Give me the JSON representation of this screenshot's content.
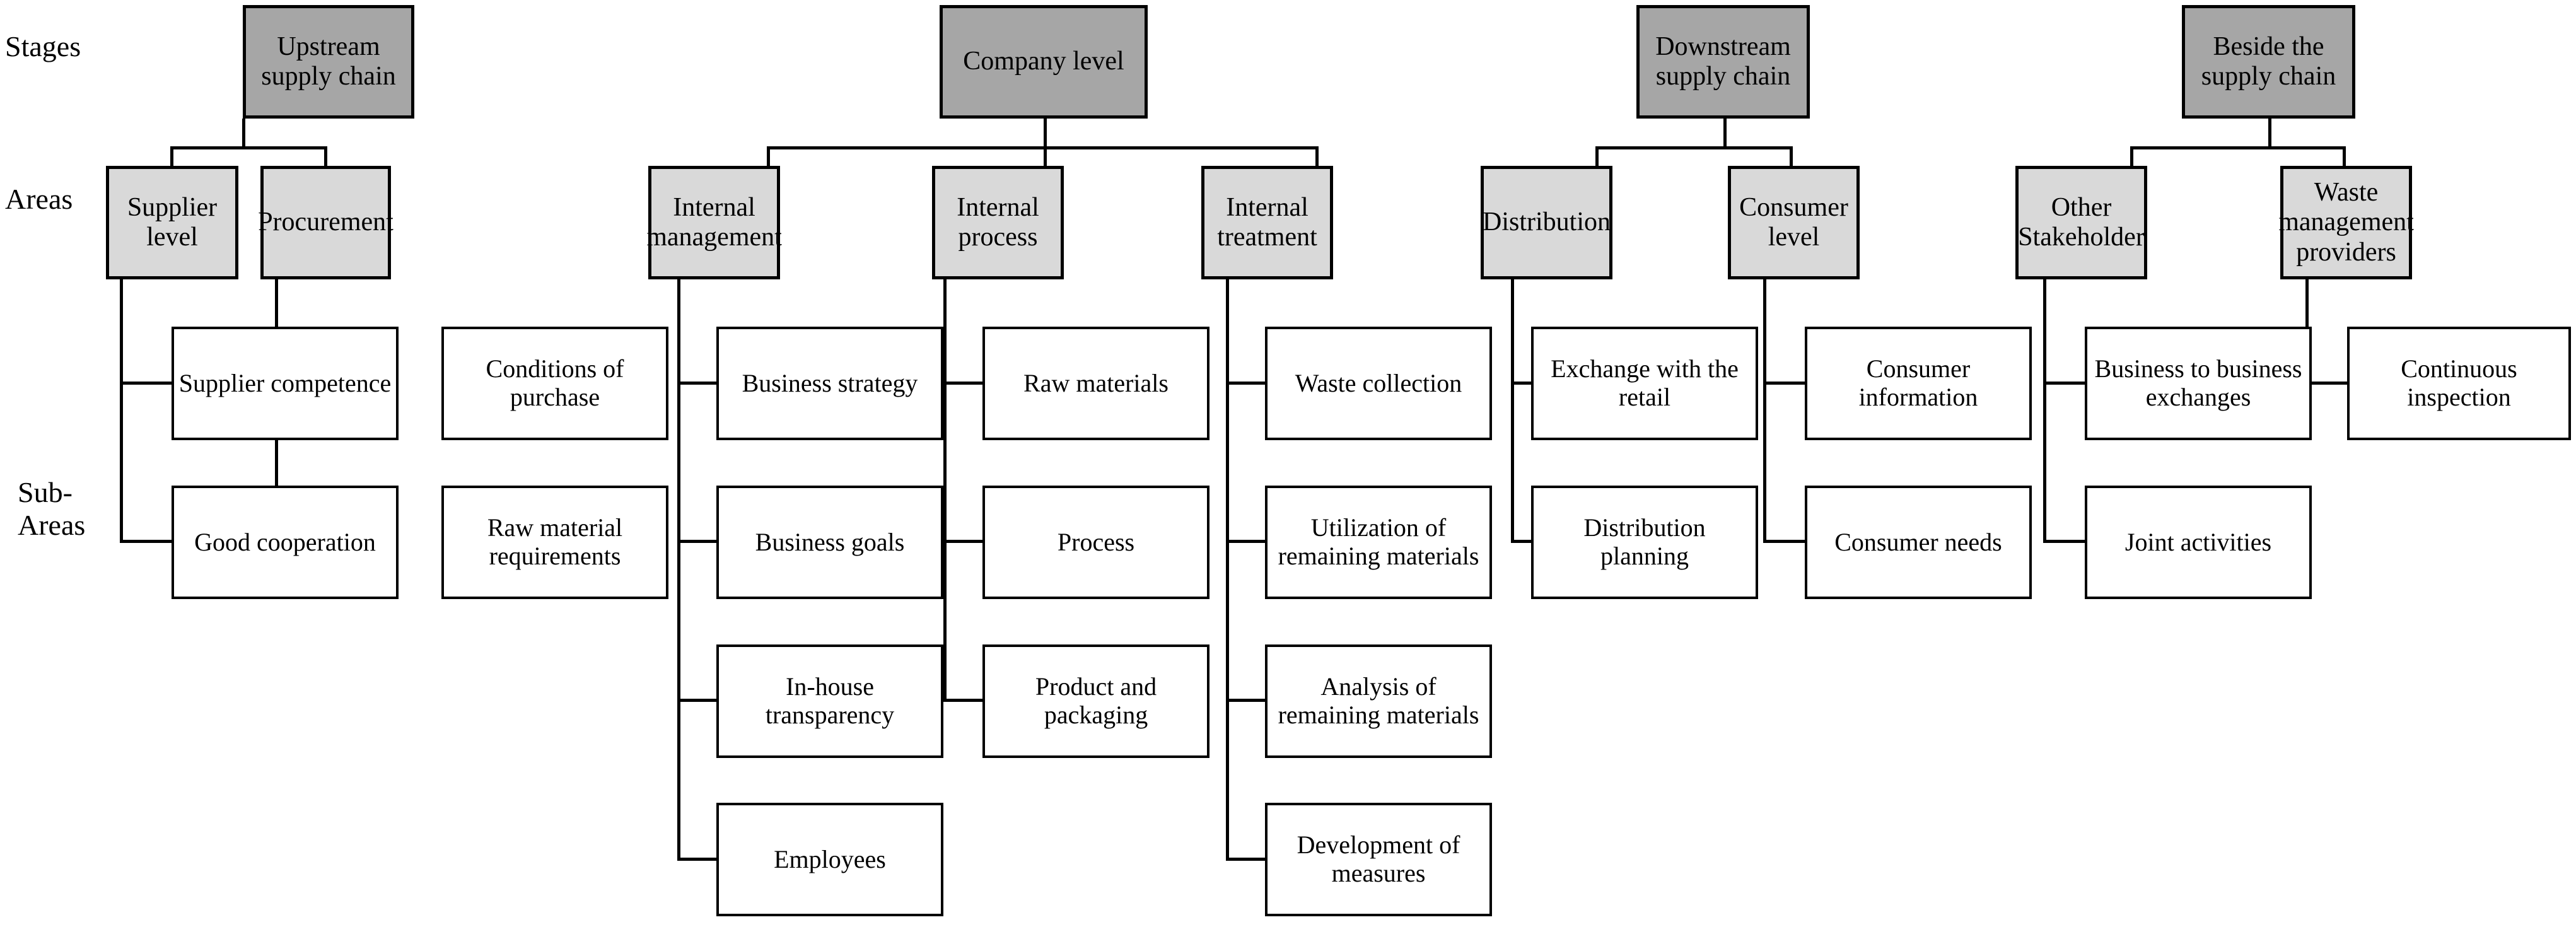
{
  "diagram": {
    "row_labels": [
      {
        "id": "stages",
        "text": "Stages"
      },
      {
        "id": "areas",
        "text": "Areas"
      },
      {
        "id": "sub-areas",
        "text": "Sub-\nAreas"
      }
    ],
    "colors": {
      "stage_fill": "#a6a6a6",
      "area_fill": "#d9d9d9",
      "sub_fill": "#ffffff",
      "border": "#000000",
      "background": "#ffffff"
    },
    "stages": [
      {
        "id": "upstream",
        "label": "Upstream supply chain"
      },
      {
        "id": "company",
        "label": "Company level"
      },
      {
        "id": "downstream",
        "label": "Downstream supply chain"
      },
      {
        "id": "beside",
        "label": "Beside the supply chain"
      }
    ],
    "areas": [
      {
        "id": "supplier-level",
        "label": "Supplier level",
        "stage": "upstream"
      },
      {
        "id": "procurement",
        "label": "Procurement",
        "stage": "upstream"
      },
      {
        "id": "internal-management",
        "label": "Internal management",
        "stage": "company"
      },
      {
        "id": "internal-process",
        "label": "Internal process",
        "stage": "company"
      },
      {
        "id": "internal-treatment",
        "label": "Internal treatment",
        "stage": "company"
      },
      {
        "id": "distribution",
        "label": "Distribution",
        "stage": "downstream"
      },
      {
        "id": "consumer-level",
        "label": "Consumer level",
        "stage": "downstream"
      },
      {
        "id": "other-stakeholder",
        "label": "Other Stakeholder",
        "stage": "beside"
      },
      {
        "id": "waste-management-providers",
        "label": "Waste management providers",
        "stage": "beside"
      }
    ],
    "sub_areas": {
      "supplier-level": [
        "Supplier competence",
        "Good cooperation"
      ],
      "procurement": [
        "Conditions of purchase",
        "Raw material requirements"
      ],
      "internal-management": [
        "Business strategy",
        "Business goals",
        "In-house transparency",
        "Employees"
      ],
      "internal-process": [
        "Raw materials",
        "Process",
        "Product and packaging"
      ],
      "internal-treatment": [
        "Waste collection",
        "Utilization of remaining materials",
        "Analysis of remaining materials",
        "Development of measures"
      ],
      "distribution": [
        "Exchange with the retail",
        "Distribution planning"
      ],
      "consumer-level": [
        "Consumer information",
        "Consumer needs"
      ],
      "other-stakeholder": [
        "Business to business exchanges",
        "Joint activities"
      ],
      "waste-management-providers": [
        "Continuous inspection"
      ]
    }
  }
}
